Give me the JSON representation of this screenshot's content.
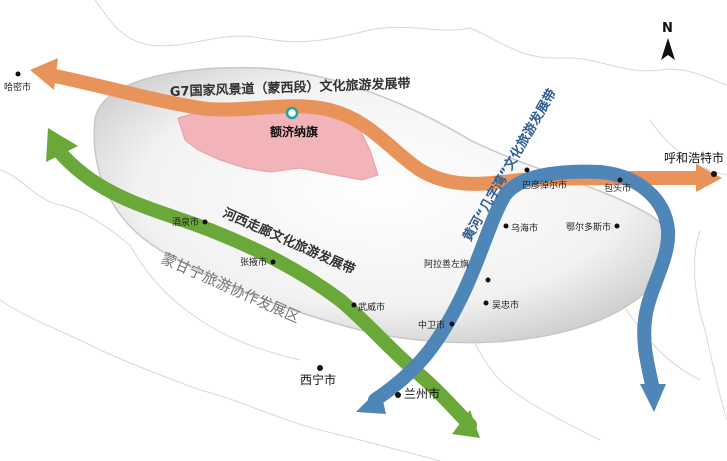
{
  "compass": {
    "label": "N"
  },
  "zone": {
    "label": "蒙甘宁旅游协作发展区"
  },
  "bands": {
    "g7": {
      "label": "G7国家风景道（蒙西段）文化旅游发展带",
      "color": "#e8935a"
    },
    "hexi": {
      "label": "河西走廊文化旅游发展带",
      "color": "#6aa83a"
    },
    "yellow_river": {
      "label": "黄河“几字湾”文化旅游发展带",
      "color": "#4f86b8"
    }
  },
  "region": {
    "color": "#f2b4b8"
  },
  "highlight_city": {
    "name": "额济纳旗",
    "color": "#1aa89a"
  },
  "cities": {
    "hami": "哈密市",
    "jiuquan": "酒泉市",
    "zhangye": "张掖市",
    "wuwei": "武威市",
    "xining": "西宁市",
    "lanzhou": "兰州市",
    "zhongwei": "中卫市",
    "wuzhong": "吴忠市",
    "alxa": "阿拉善左旗",
    "wuhai": "乌海市",
    "bayannur": "巴彦淖尔市",
    "baotou": "包头市",
    "ordos": "鄂尔多斯市",
    "hohhot": "呼和浩特市"
  }
}
